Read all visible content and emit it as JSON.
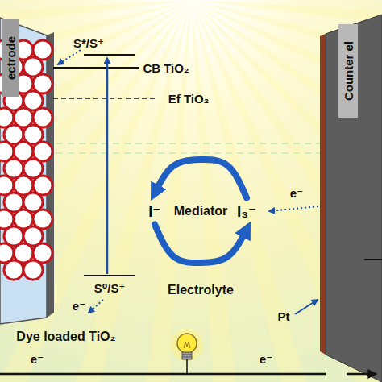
{
  "diagram": {
    "nodes": [
      {
        "text": [
          "ectrode"
        ]
      },
      {
        "text": [
          "Counter el"
        ]
      },
      {
        "text": [
          "I⁻"
        ]
      },
      {
        "text": [
          "I₃⁻"
        ]
      }
    ],
    "edges": [
      {
        "from": 2,
        "to": 3,
        "arrow": "to"
      },
      {
        "from": 3,
        "to": 2,
        "arrow": "to"
      }
    ],
    "labels": [
      "S*/S⁺",
      "CB TiO₂",
      "Ef TiO₂",
      "e⁻",
      "S⁰/S⁺",
      "Mediator",
      "Electrolyte",
      "e⁻",
      "Pt",
      "Dye loaded TiO₂",
      "e⁻",
      "e⁻"
    ]
  }
}
